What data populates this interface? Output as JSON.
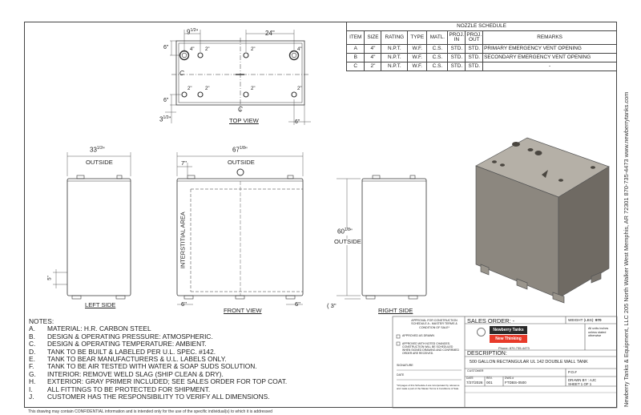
{
  "nozzle_schedule": {
    "title": "NOZZLE SCHEDULE",
    "columns": [
      "ITEM",
      "SIZE",
      "RATING",
      "TYPE",
      "MATL.",
      "PROJ. IN",
      "PROJ. OUT",
      "REMARKS"
    ],
    "rows": [
      [
        "A",
        "4\"",
        "N.P.T.",
        "W.F.",
        "C.S.",
        "STD.",
        "STD.",
        "PRIMARY EMERGENCY VENT OPENING"
      ],
      [
        "B",
        "4\"",
        "N.P.T.",
        "W.F.",
        "C.S.",
        "STD.",
        "STD.",
        "SECONDARY EMERGENCY VENT OPENING"
      ],
      [
        "C",
        "2\"",
        "N.P.T.",
        "W.F.",
        "C.S.",
        "STD.",
        "STD.",
        "-"
      ]
    ]
  },
  "top_view": {
    "label": "TOP VIEW",
    "dim_left_a": "9",
    "dim_left_a_frac": "1/2",
    "dim_left_a_unit": "\"",
    "dim_right_a": "24\"",
    "dim_6_top": "6\"",
    "dim_6_bot": "6\"",
    "dim_6_right": "6\"",
    "dim_3": "3",
    "dim_3_frac": "1/2",
    "dim_3_unit": "\"",
    "cl": "C",
    "nozzle_labels": [
      "4\"",
      "2\"",
      "2\"",
      "4\"",
      "2\"",
      "2\"",
      "2\"",
      "2\""
    ]
  },
  "left_side": {
    "label": "LEFT SIDE",
    "width": "33",
    "width_frac": "1/2",
    "width_unit": "\"",
    "outside": "OUTSIDE",
    "small_dim": "5\""
  },
  "front_view": {
    "label": "FRONT VIEW",
    "width": "67",
    "width_frac": "1/8",
    "width_unit": "\"",
    "outside": "OUTSIDE",
    "dim_7": "7\"",
    "dim_6a": "6\"",
    "dim_6b": "6\"",
    "interstitial": "INTERSTITIAL AREA"
  },
  "right_side": {
    "label": "RIGHT SIDE",
    "height": "60",
    "height_frac": "1/8",
    "height_unit": "\"",
    "outside": "OUTSIDE",
    "dim_3": "3\""
  },
  "notes": {
    "title": "NOTES:",
    "items": [
      [
        "A.",
        "MATERIAL: H.R. CARBON STEEL"
      ],
      [
        "B.",
        "DESIGN & OPERATING PRESSURE: ATMOSPHERIC."
      ],
      [
        "C.",
        "DESIGN & OPERATING TEMPERATURE: AMBIENT."
      ],
      [
        "D.",
        "TANK TO BE BUILT & LABELED PER U.L. SPEC. #142."
      ],
      [
        "E.",
        "TANK TO BEAR MANUFACTURERS & U.L. LABELS ONLY."
      ],
      [
        "F.",
        "TANK TO BE AIR TESTED WITH WATER & SOAP SUDS SOLUTION."
      ],
      [
        "G.",
        "INTERIOR: REMOVE WELD SLAG (SHIP CLEAN & DRY)."
      ],
      [
        "H.",
        "EXTERIOR: GRAY PRIMER INCLUDED; SEE SALES ORDER FOR TOP COAT."
      ],
      [
        "I.",
        "ALL FITTINGS TO BE PROTECTED FOR SHIPMENT."
      ],
      [
        "J.",
        "CUSTOMER HAS THE RESPONSIBILITY TO VERIFY ALL DIMENSIONS."
      ]
    ]
  },
  "confidential": "This drawing may contain CONFIDENTIAL information and is intended only for the use of the specific individual(s) to which it is addressed",
  "title_block": {
    "approval_title": "APPROVAL FOR CONSTRUCTION SCHEDULE A - MASTER TERMS & CONDITION OF SALE*",
    "approved_as_drawn": "APPROVED AS DRAWN",
    "approved_with_changes": "APPROVED WITH NOTED CHANGES. CONSTRUCTION WILL BE SCHEDULED WHEN SIGNED DRAWING AND CONFIRMED ORDER ARE RECEIVED.",
    "signature": "SIGNATURE",
    "date": "DATE",
    "fine_print": "*All pages of this Schedule A are incorporated by reference and made a part of the Master Terms & Conditions of Sale.",
    "sales_order": "SALES ORDER: -",
    "weight": "WEIGHT (LBS):",
    "weight_value": "970",
    "brand_top": "Newberry Tanks",
    "brand_bottom": "New Thinking",
    "units_note": "All units inches unless stated otherwise",
    "phone": "Phone: 870-735-4473",
    "description_label": "DESCRIPTION:",
    "description": "500 GALLON RECTANGULAR UL 142 DOUBLE WALL TANK",
    "customer": "CUSTOMER",
    "po": "P.O.#",
    "date_label": "DATE",
    "date_value": "7/27/2026",
    "rev_label": "REV.",
    "rev_value": "001",
    "dwg_label": "DWG.#",
    "dwg_value": "FTDBS-0500",
    "drawn_by": "DRAWN BY : AJC",
    "sheet": "SHEET 1 OF 1"
  },
  "side_text": "Newberry Tanks & Equipment, LLC 205 North Walker West Memphis, AR 72301 870-735-4473 www.newberrytanks.com"
}
